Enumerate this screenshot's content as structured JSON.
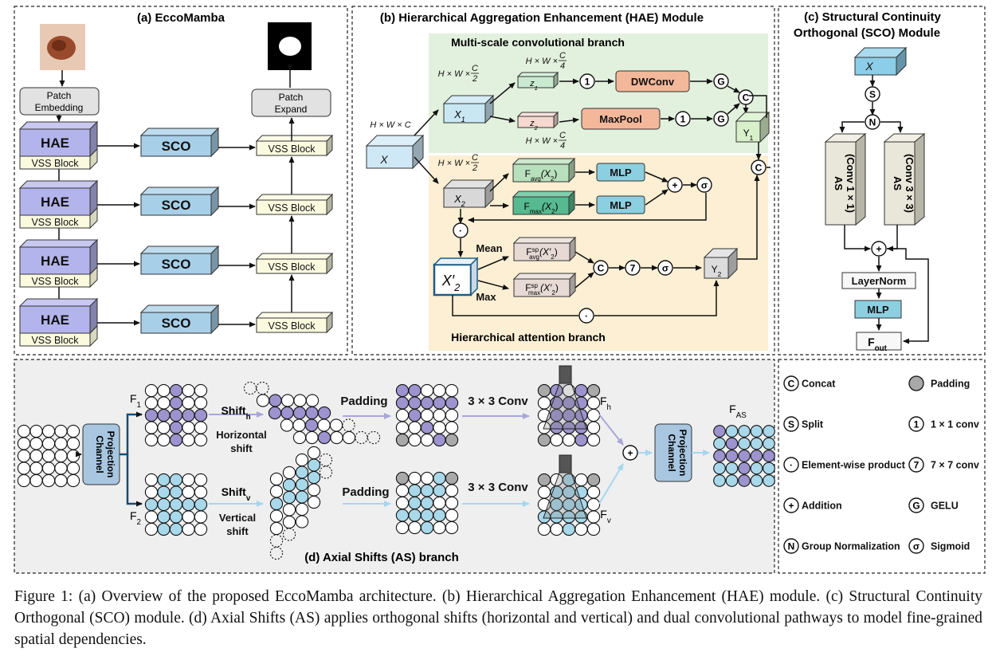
{
  "panels": {
    "a": {
      "title": "(a) EccoMamba",
      "patch_embedding": [
        "Patch",
        "Embedding"
      ],
      "patch_expand": [
        "Patch",
        "Expand"
      ],
      "hae": "HAE",
      "vss": "VSS Block",
      "sco": "SCO"
    },
    "b": {
      "title": "(b) Hierarchical Aggregation Enhancement (HAE) Module",
      "ms_branch": "Multi-scale convolutional branch",
      "ha_branch": "Hierarchical attention branch",
      "x": "X",
      "x1": "X",
      "x1_sub": "1",
      "x2": "X",
      "x2_sub": "2",
      "z1": "z",
      "z1_sub": "1",
      "z2": "z",
      "z2_sub": "2",
      "dims_x": "H × W × C",
      "dims_c2": "H × W ×",
      "dims_c4": "H × W ×",
      "frac_c": "C",
      "frac_2": "2",
      "frac_4": "4",
      "dwconv": "DWConv",
      "maxpool": "MaxPool",
      "mlp": "MLP",
      "y1": "Y",
      "y1_sub": "1",
      "y2": "Y",
      "y2_sub": "2",
      "favg": "F",
      "favg_sub": "avg",
      "fmax": "F",
      "fmax_sub": "max",
      "arg_x2": "(X",
      "arg_x2_sub": "2",
      "arg_close": ")",
      "fsp": "F",
      "fsp_sup": "sp",
      "arg_x2p": "(X′",
      "mean": "Mean",
      "max": "Max",
      "x2p": "X′",
      "x2p_sub": "2"
    },
    "c": {
      "title_lines": [
        "(c) Structural Continuity",
        "Orthogonal (SCO) Module"
      ],
      "x": "X",
      "as1": [
        "AS",
        "(Conv 1 × 1)"
      ],
      "as2": [
        "AS",
        "(Conv 3 × 3)"
      ],
      "layernorm": "LayerNorm",
      "mlp": "MLP",
      "fout": "F",
      "fout_sub": "out"
    },
    "d": {
      "title": "(d) Axial Shifts (AS) branch",
      "channel_projection": [
        "Channel",
        "Projection"
      ],
      "f1": "F",
      "f1_sub": "1",
      "f2": "F",
      "f2_sub": "2",
      "shift_h": "Shift",
      "shift_h_sub": "h",
      "horizontal_shift": [
        "Horizontal",
        "shift"
      ],
      "shift_v": "Shift",
      "shift_v_sub": "v",
      "vertical_shift": [
        "Vertical",
        "shift"
      ],
      "padding": "Padding",
      "conv": "3 × 3 Conv",
      "fh": "F",
      "fh_sub": "h",
      "fv": "F",
      "fv_sub": "v",
      "fas": "F",
      "fas_sub": "AS"
    }
  },
  "symbols": {
    "concat": "C",
    "split": "S",
    "dot": "·",
    "add": "+",
    "gn": "N",
    "one": "1",
    "seven": "7",
    "gelu": "G",
    "sigma": "σ"
  },
  "legend": [
    {
      "symbol": "C",
      "label": "Concat"
    },
    {
      "symbol": "padding-icon",
      "label": "Padding"
    },
    {
      "symbol": "S",
      "label": "Split"
    },
    {
      "symbol": "1",
      "label": "1 × 1 conv"
    },
    {
      "symbol": "·",
      "label": "Element-wise product"
    },
    {
      "symbol": "7",
      "label": "7 × 7 conv"
    },
    {
      "symbol": "+",
      "label": "Addition"
    },
    {
      "symbol": "G",
      "label": "GELU"
    },
    {
      "symbol": "N",
      "label": "Group Normalization"
    },
    {
      "symbol": "σ",
      "label": "Sigmoid"
    }
  ],
  "colors": {
    "hae": "#b4b4ec",
    "vss": "#fbfadf",
    "sco": "#a7cfe8",
    "green_bg": "#e2f1dd",
    "orange_bg": "#fcefd3",
    "purple_dot": "#9c93cf",
    "blue_dot": "#a8d8ea",
    "gray_dot": "#a9a9a9"
  },
  "caption": "Figure 1: (a) Overview of the proposed EccoMamba architecture. (b) Hierarchical Aggregation Enhancement (HAE) module. (c) Structural Continuity Orthogonal (SCO) module. (d) Axial Shifts (AS) applies orthogonal shifts (horizontal and vertical) and dual convolutional pathways to model fine-grained spatial dependencies."
}
